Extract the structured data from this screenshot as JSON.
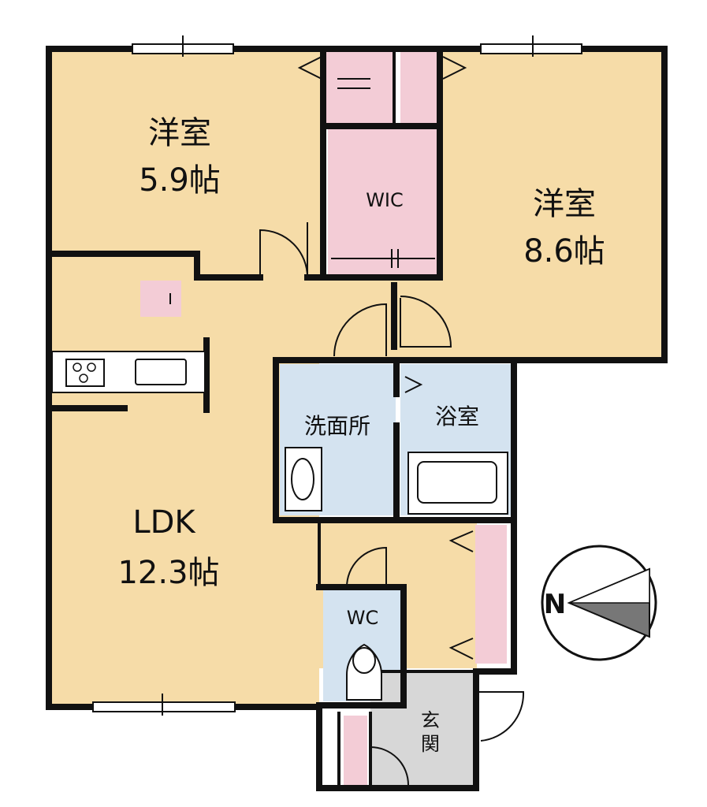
{
  "floorplan": {
    "colors": {
      "room": "#f6dca8",
      "closet": "#f3ccd6",
      "wet": "#d4e3f0",
      "entrance": "#d7d7d7",
      "wall": "#111111",
      "window": "#ffffff"
    },
    "rooms": {
      "western_a": {
        "name": "洋室",
        "size": "5.9帖"
      },
      "western_b": {
        "name": "洋室",
        "size": "8.6帖"
      },
      "wic": {
        "name": "WIC"
      },
      "ldk": {
        "name": "LDK",
        "size": "12.3帖"
      },
      "washroom": {
        "name": "洗面所"
      },
      "bath": {
        "name": "浴室"
      },
      "wc": {
        "name": "WC"
      },
      "entrance": {
        "name_top": "玄",
        "name_bottom": "関"
      }
    },
    "compass": {
      "label": "N",
      "icon": "north-arrow-icon"
    }
  }
}
